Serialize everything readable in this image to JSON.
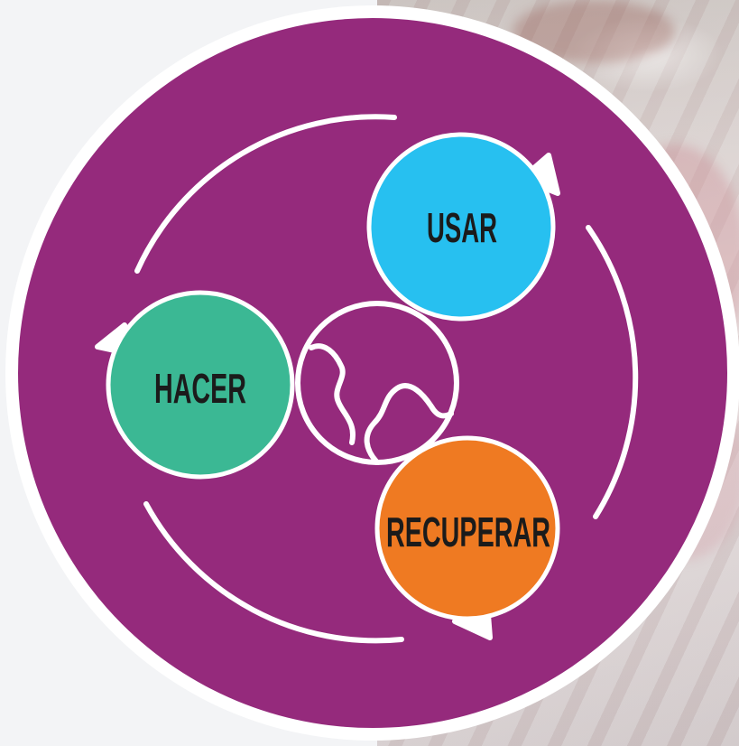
{
  "nodes": {
    "usar": {
      "label": "USAR",
      "color": "#27c0f0"
    },
    "hacer": {
      "label": "HACER",
      "color": "#3bb894"
    },
    "recuperar": {
      "label": "RECUPERAR",
      "color": "#ef7a22"
    }
  },
  "colors": {
    "disc": "#952a7c",
    "ring": "#ffffff",
    "stroke": "#ffffff"
  },
  "center_icon": "globe-icon"
}
